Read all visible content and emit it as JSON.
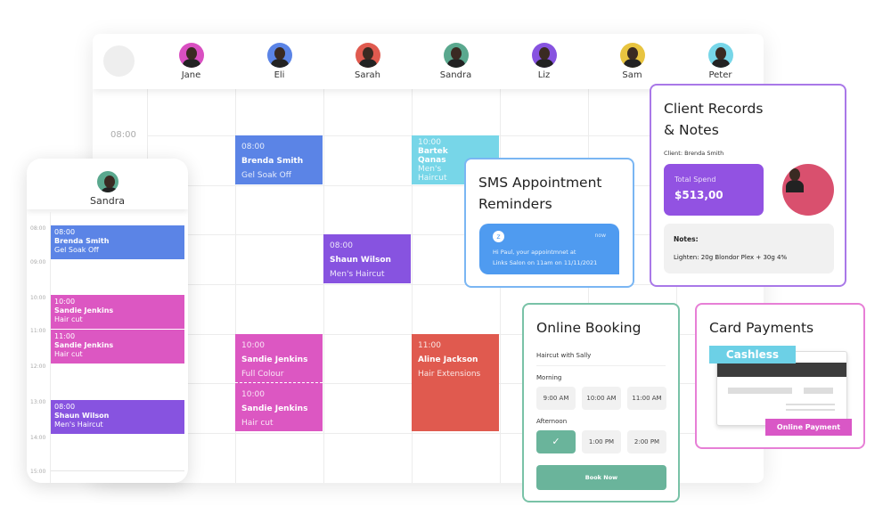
{
  "calendar": {
    "staff": [
      {
        "name": "Jane",
        "color": "#d94fc1"
      },
      {
        "name": "Eli",
        "color": "#5b84e6"
      },
      {
        "name": "Sarah",
        "color": "#e05a4f"
      },
      {
        "name": "Sandra",
        "color": "#5aa88e"
      },
      {
        "name": "Liz",
        "color": "#8753e0"
      },
      {
        "name": "Sam",
        "color": "#e8c440"
      },
      {
        "name": "Peter",
        "color": "#77d6e8"
      }
    ],
    "time_label": "08:00",
    "events": [
      {
        "time": "08:00",
        "client": "Brenda Smith",
        "service": "Gel Soak Off",
        "color": "#5b84e6"
      },
      {
        "time": "10:00",
        "client": "Bartek Qanas",
        "service": "Men's Haircut",
        "color": "#77d6e8"
      },
      {
        "time": "08:00",
        "client": "Shaun Wilson",
        "service": "Men's Haircut",
        "color": "#8753e0"
      },
      {
        "time": "10:00",
        "client": "Sandie Jenkins",
        "service": "Full Colour",
        "color": "#dc57c2"
      },
      {
        "time": "10:00",
        "client": "Sandie Jenkins",
        "service": "Hair cut",
        "color": "#dc57c2"
      },
      {
        "time": "11:00",
        "client": "Aline Jackson",
        "service": "Hair Extensions",
        "color": "#e05a4f"
      }
    ]
  },
  "phone": {
    "staff_name": "Sandra",
    "times": [
      "08:00",
      "09:00",
      "10:00",
      "11:00",
      "12:00",
      "13:00",
      "14:00",
      "15:00"
    ],
    "events": [
      {
        "time": "08:00",
        "client": "Brenda Smith",
        "service": "Gel Soak Off"
      },
      {
        "time": "10:00",
        "client": "Sandie Jenkins",
        "service": "Hair cut"
      },
      {
        "time": "11:00",
        "client": "Sandie Jenkins",
        "service": "Hair cut"
      },
      {
        "time": "08:00",
        "client": "Shaun Wilson",
        "service": "Men's Haircut"
      }
    ]
  },
  "sms": {
    "title_1": "SMS Appointment",
    "title_2": "Reminders",
    "time": "now",
    "message_1": "Hi Paul, your appointmnet at",
    "message_2": "Links Salon on 11am on 11/11/2021"
  },
  "client_records": {
    "title_1": "Client Records",
    "title_2": "& Notes",
    "client": "Client: Brenda Smith",
    "spend_label": "Total Spend",
    "spend_value": "$513,00",
    "notes_label": "Notes:",
    "notes": "Lighten: 20g Blondor Plex + 30g 4%"
  },
  "booking": {
    "title": "Online Booking",
    "service": "Haircut with Sally",
    "morning_label": "Morning",
    "morning": [
      "9:00 AM",
      "10:00 AM",
      "11:00 AM"
    ],
    "afternoon_label": "Afternoon",
    "afternoon": [
      "1:00 PM",
      "2:00 PM"
    ],
    "book_label": "Book Now",
    "accent": "#6ab49b"
  },
  "payments": {
    "title": "Card Payments",
    "cashless": "Cashless",
    "online": "Online Payment"
  }
}
